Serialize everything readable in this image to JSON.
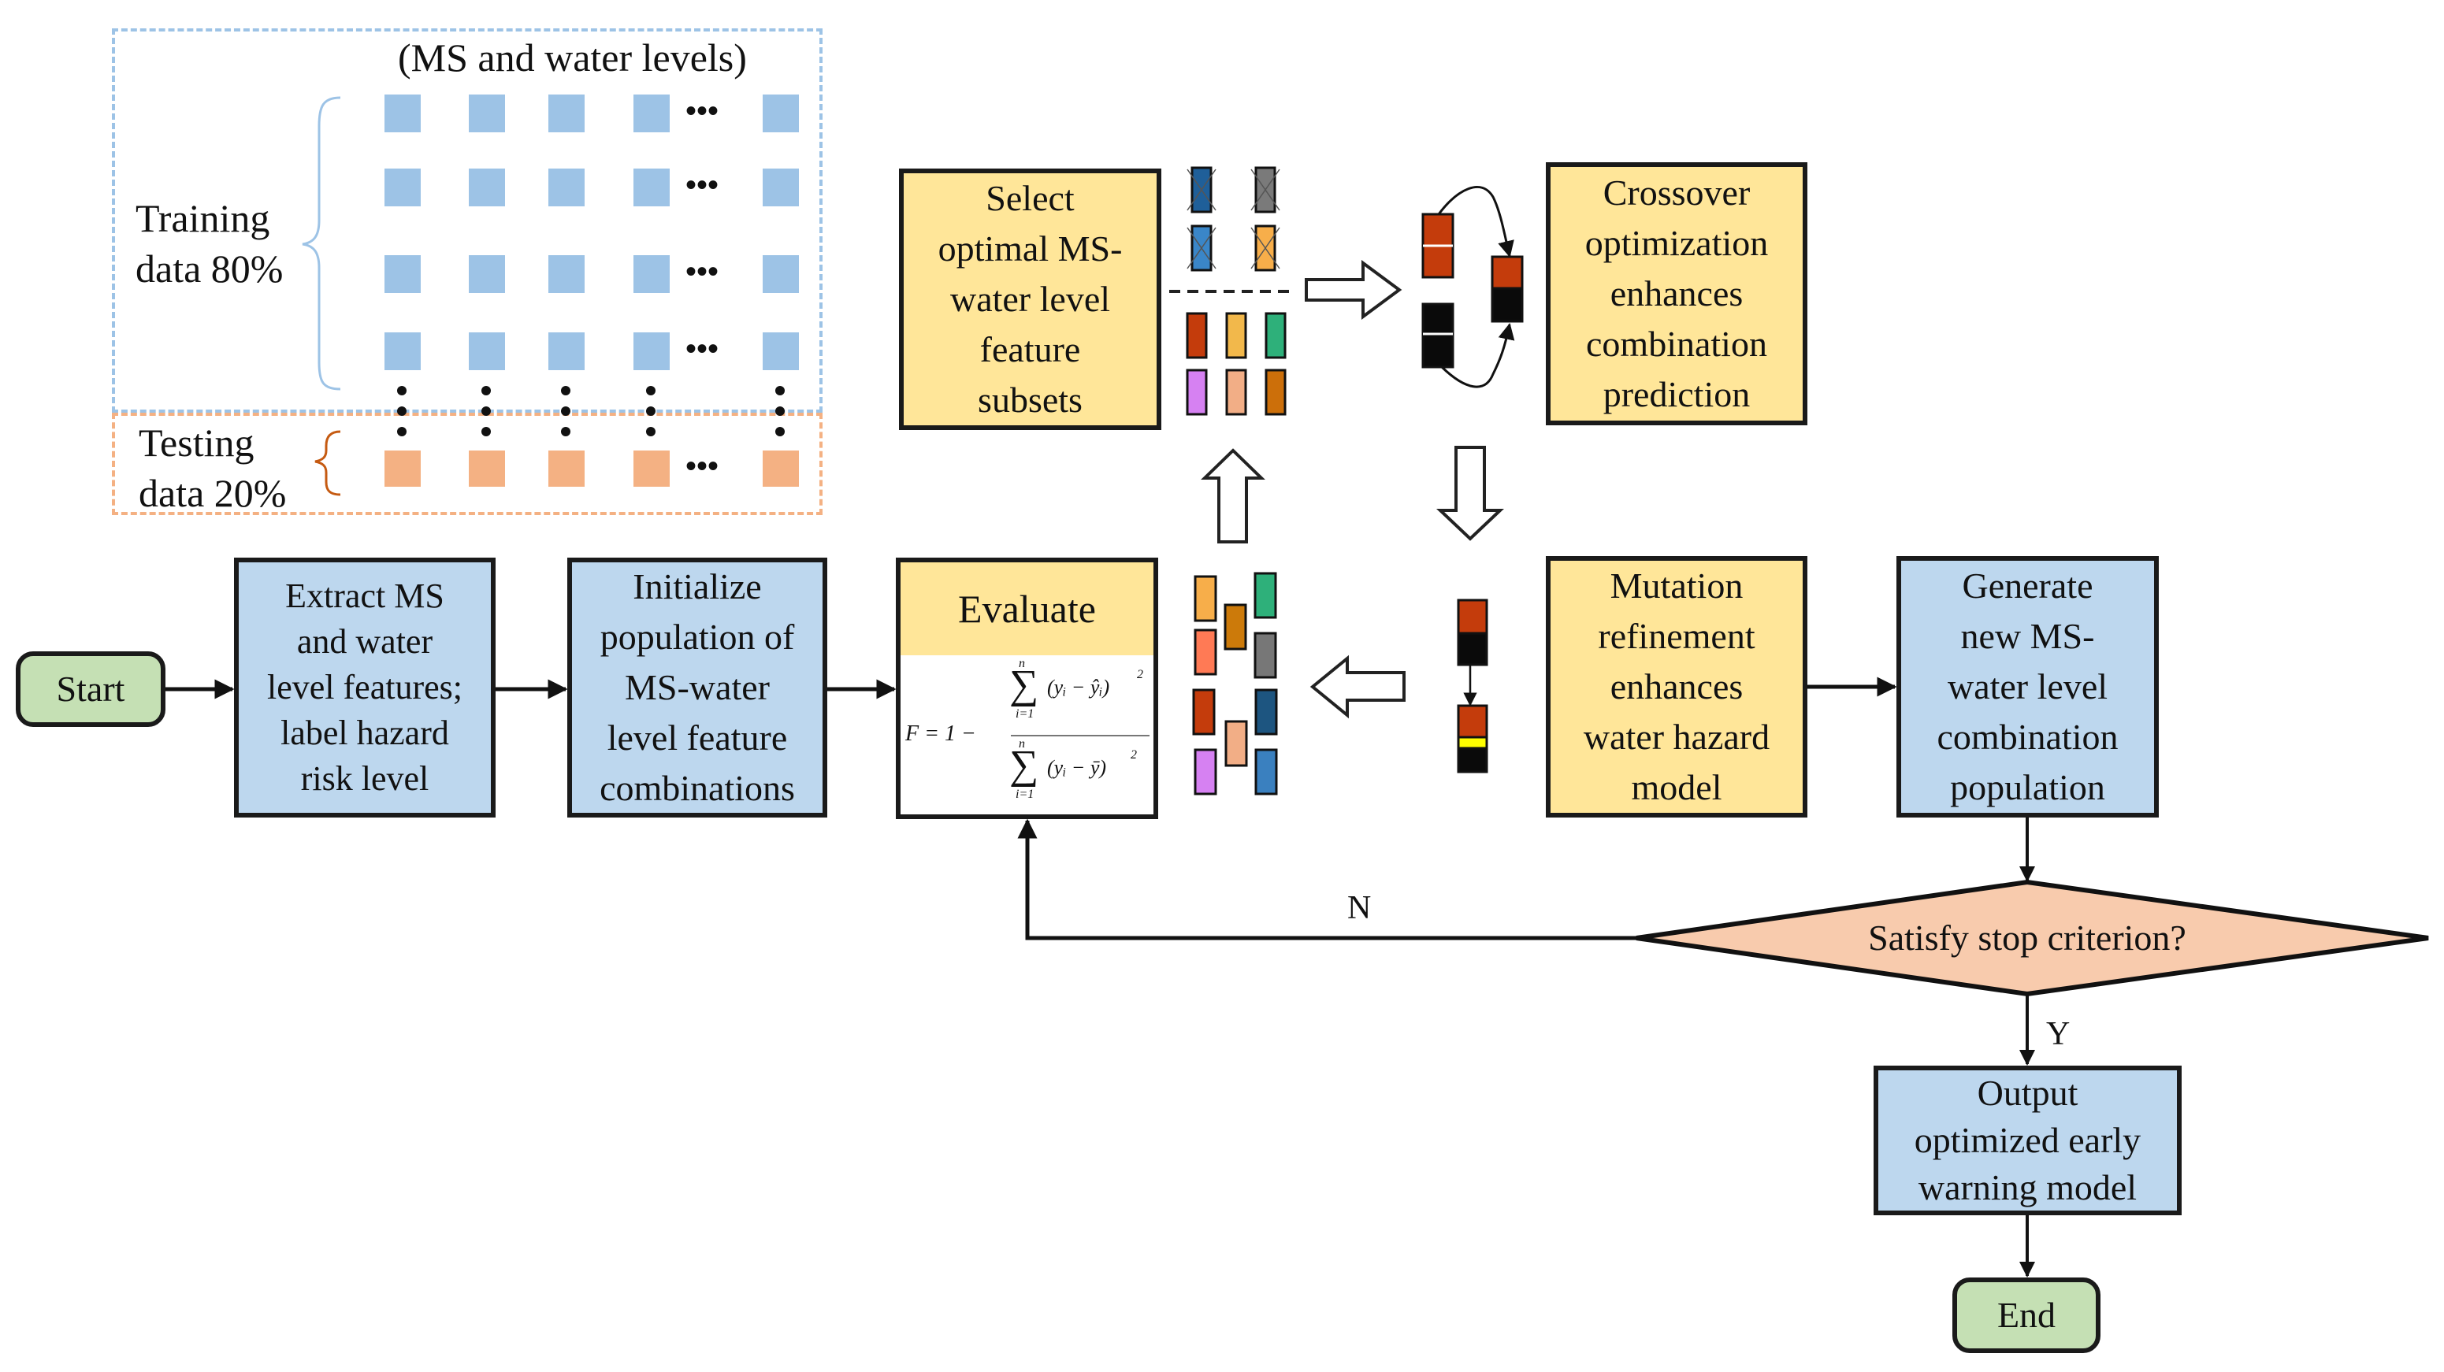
{
  "data_split": {
    "header": "(MS and water levels)",
    "training_label": [
      "Training",
      "data 80%"
    ],
    "testing_label": [
      "Testing",
      "data 20%"
    ],
    "training_color": "#9dc3e6",
    "testing_color": "#f4b183",
    "ellipsis": "•••"
  },
  "nodes": {
    "start": "Start",
    "extract": [
      "Extract MS",
      "and water",
      "level features;",
      "label hazard",
      "risk level"
    ],
    "initialize": [
      "Initialize",
      "population of",
      "MS-water",
      "level feature",
      "combinations"
    ],
    "evaluate": {
      "title": "Evaluate",
      "formula": "F = 1 − Σ(yᵢ − ŷᵢ)² / Σ(yᵢ − ȳ)²",
      "formula_parts": {
        "lhs": "F = 1 −",
        "numerator": "(yᵢ − ŷᵢ)",
        "denominator": "(yᵢ − ȳ)",
        "sum_upper": "n",
        "sum_lower": "i=1",
        "exponent": "2"
      }
    },
    "select": [
      "Select",
      "optimal MS-",
      "water level",
      "feature",
      "subsets"
    ],
    "crossover": [
      "Crossover",
      "optimization",
      "enhances",
      "combination",
      "prediction"
    ],
    "mutation": [
      "Mutation",
      "refinement",
      "enhances",
      "water hazard",
      "model"
    ],
    "generate": [
      "Generate",
      "new MS-",
      "water level",
      "combination",
      "population"
    ],
    "decision": "Satisfy stop criterion?",
    "output": [
      "Output",
      "optimized early",
      "warning model"
    ],
    "end": "End"
  },
  "edge_labels": {
    "no": "N",
    "yes": "Y"
  },
  "colors": {
    "process_blue": "#bdd7ee",
    "ga_yellow": "#ffe699",
    "terminal_green": "#c5e0b4",
    "decision_orange": "#f8cbad",
    "gene_red": "#c43c0c",
    "gene_black": "#0a0a0a",
    "gene_yellow": "#ffff00"
  },
  "gene_palettes": {
    "rejected": [
      "#1f5f99",
      "#7a7a7a",
      "#3a86c8",
      "#f7ae4a"
    ],
    "selected": [
      "#c43c0c",
      "#f2b84b",
      "#2eb07a",
      "#d681f2",
      "#f2ae86",
      "#cc6f0a"
    ],
    "population": [
      "#f7ae4a",
      "#cc7a0a",
      "#2eb07a",
      "#ff7a55",
      "#777777",
      "#c43c0c",
      "#1d5580",
      "#f2ae86",
      "#d681f2",
      "#3a80bf"
    ]
  }
}
